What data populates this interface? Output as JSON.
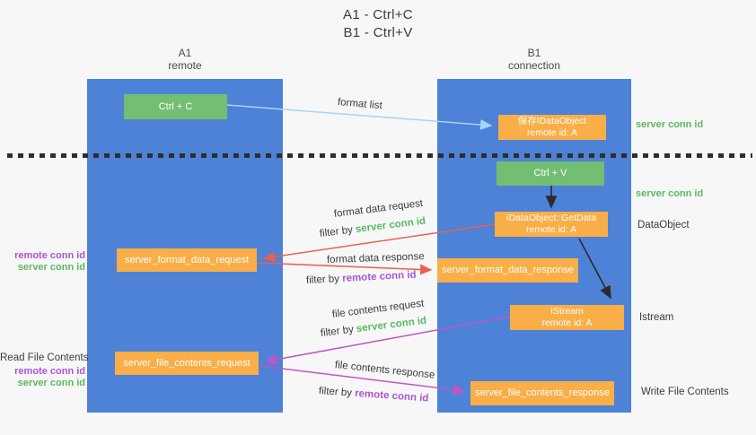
{
  "title": {
    "line1": "A1 - Ctrl+C",
    "line2": "B1 - Ctrl+V"
  },
  "lanes": {
    "left": {
      "name": "A1",
      "role": "remote"
    },
    "right": {
      "name": "B1",
      "role": "connection"
    }
  },
  "nodes": {
    "ctrl_c": {
      "label": "Ctrl + C"
    },
    "ctrl_v": {
      "label": "Ctrl + V"
    },
    "save_idataobject": {
      "line1": "保存IDataObject",
      "line2": "remote id: A"
    },
    "getdata": {
      "line1": "IDataObject::GetData",
      "line2": "remote id: A"
    },
    "istream": {
      "line1": "IStream",
      "line2": "remote id: A"
    },
    "format_request": {
      "label": "server_format_data_request"
    },
    "format_response": {
      "label": "server_format_data_response"
    },
    "file_request": {
      "label": "server_file_contents_request"
    },
    "file_response": {
      "label": "server_file_contents_response"
    }
  },
  "annotations": {
    "server_conn_top": "server conn id",
    "server_conn_mid": "server conn id",
    "dataobject": "DataObject",
    "istream": "Istream",
    "write_file_contents": "Write File Contents",
    "read_file_contents": "Read File Contents",
    "left_remote_conn_1": "remote conn id",
    "left_server_conn_1": "server conn id",
    "left_remote_conn_2": "remote conn id",
    "left_server_conn_2": "server conn id"
  },
  "arrows": {
    "format_list": {
      "label": "format list"
    },
    "format_data_request": {
      "label": "format data request",
      "filter_prefix": "filter by ",
      "filter_value": "server conn id"
    },
    "format_data_response": {
      "label": "format data response",
      "filter_prefix": "filter by ",
      "filter_value": "remote conn id"
    },
    "file_contents_request": {
      "label": "file contents request",
      "filter_prefix": "filter by ",
      "filter_value": "server conn id"
    },
    "file_contents_response": {
      "label": "file contents response",
      "filter_prefix": "filter by ",
      "filter_value": "remote conn id"
    }
  },
  "colors": {
    "background": "#f7f7f8",
    "lane_blue": "#4d82d6",
    "node_green": "#72bf73",
    "node_orange": "#f9ae47",
    "arrow_light_blue": "#a8d4f2",
    "arrow_red": "#e96152",
    "arrow_magenta": "#bf55c8",
    "arrow_black": "#2b2b2b",
    "text_green": "#5cb85f",
    "text_purple": "#ab55d2",
    "text_dark": "#3b3b3b"
  }
}
